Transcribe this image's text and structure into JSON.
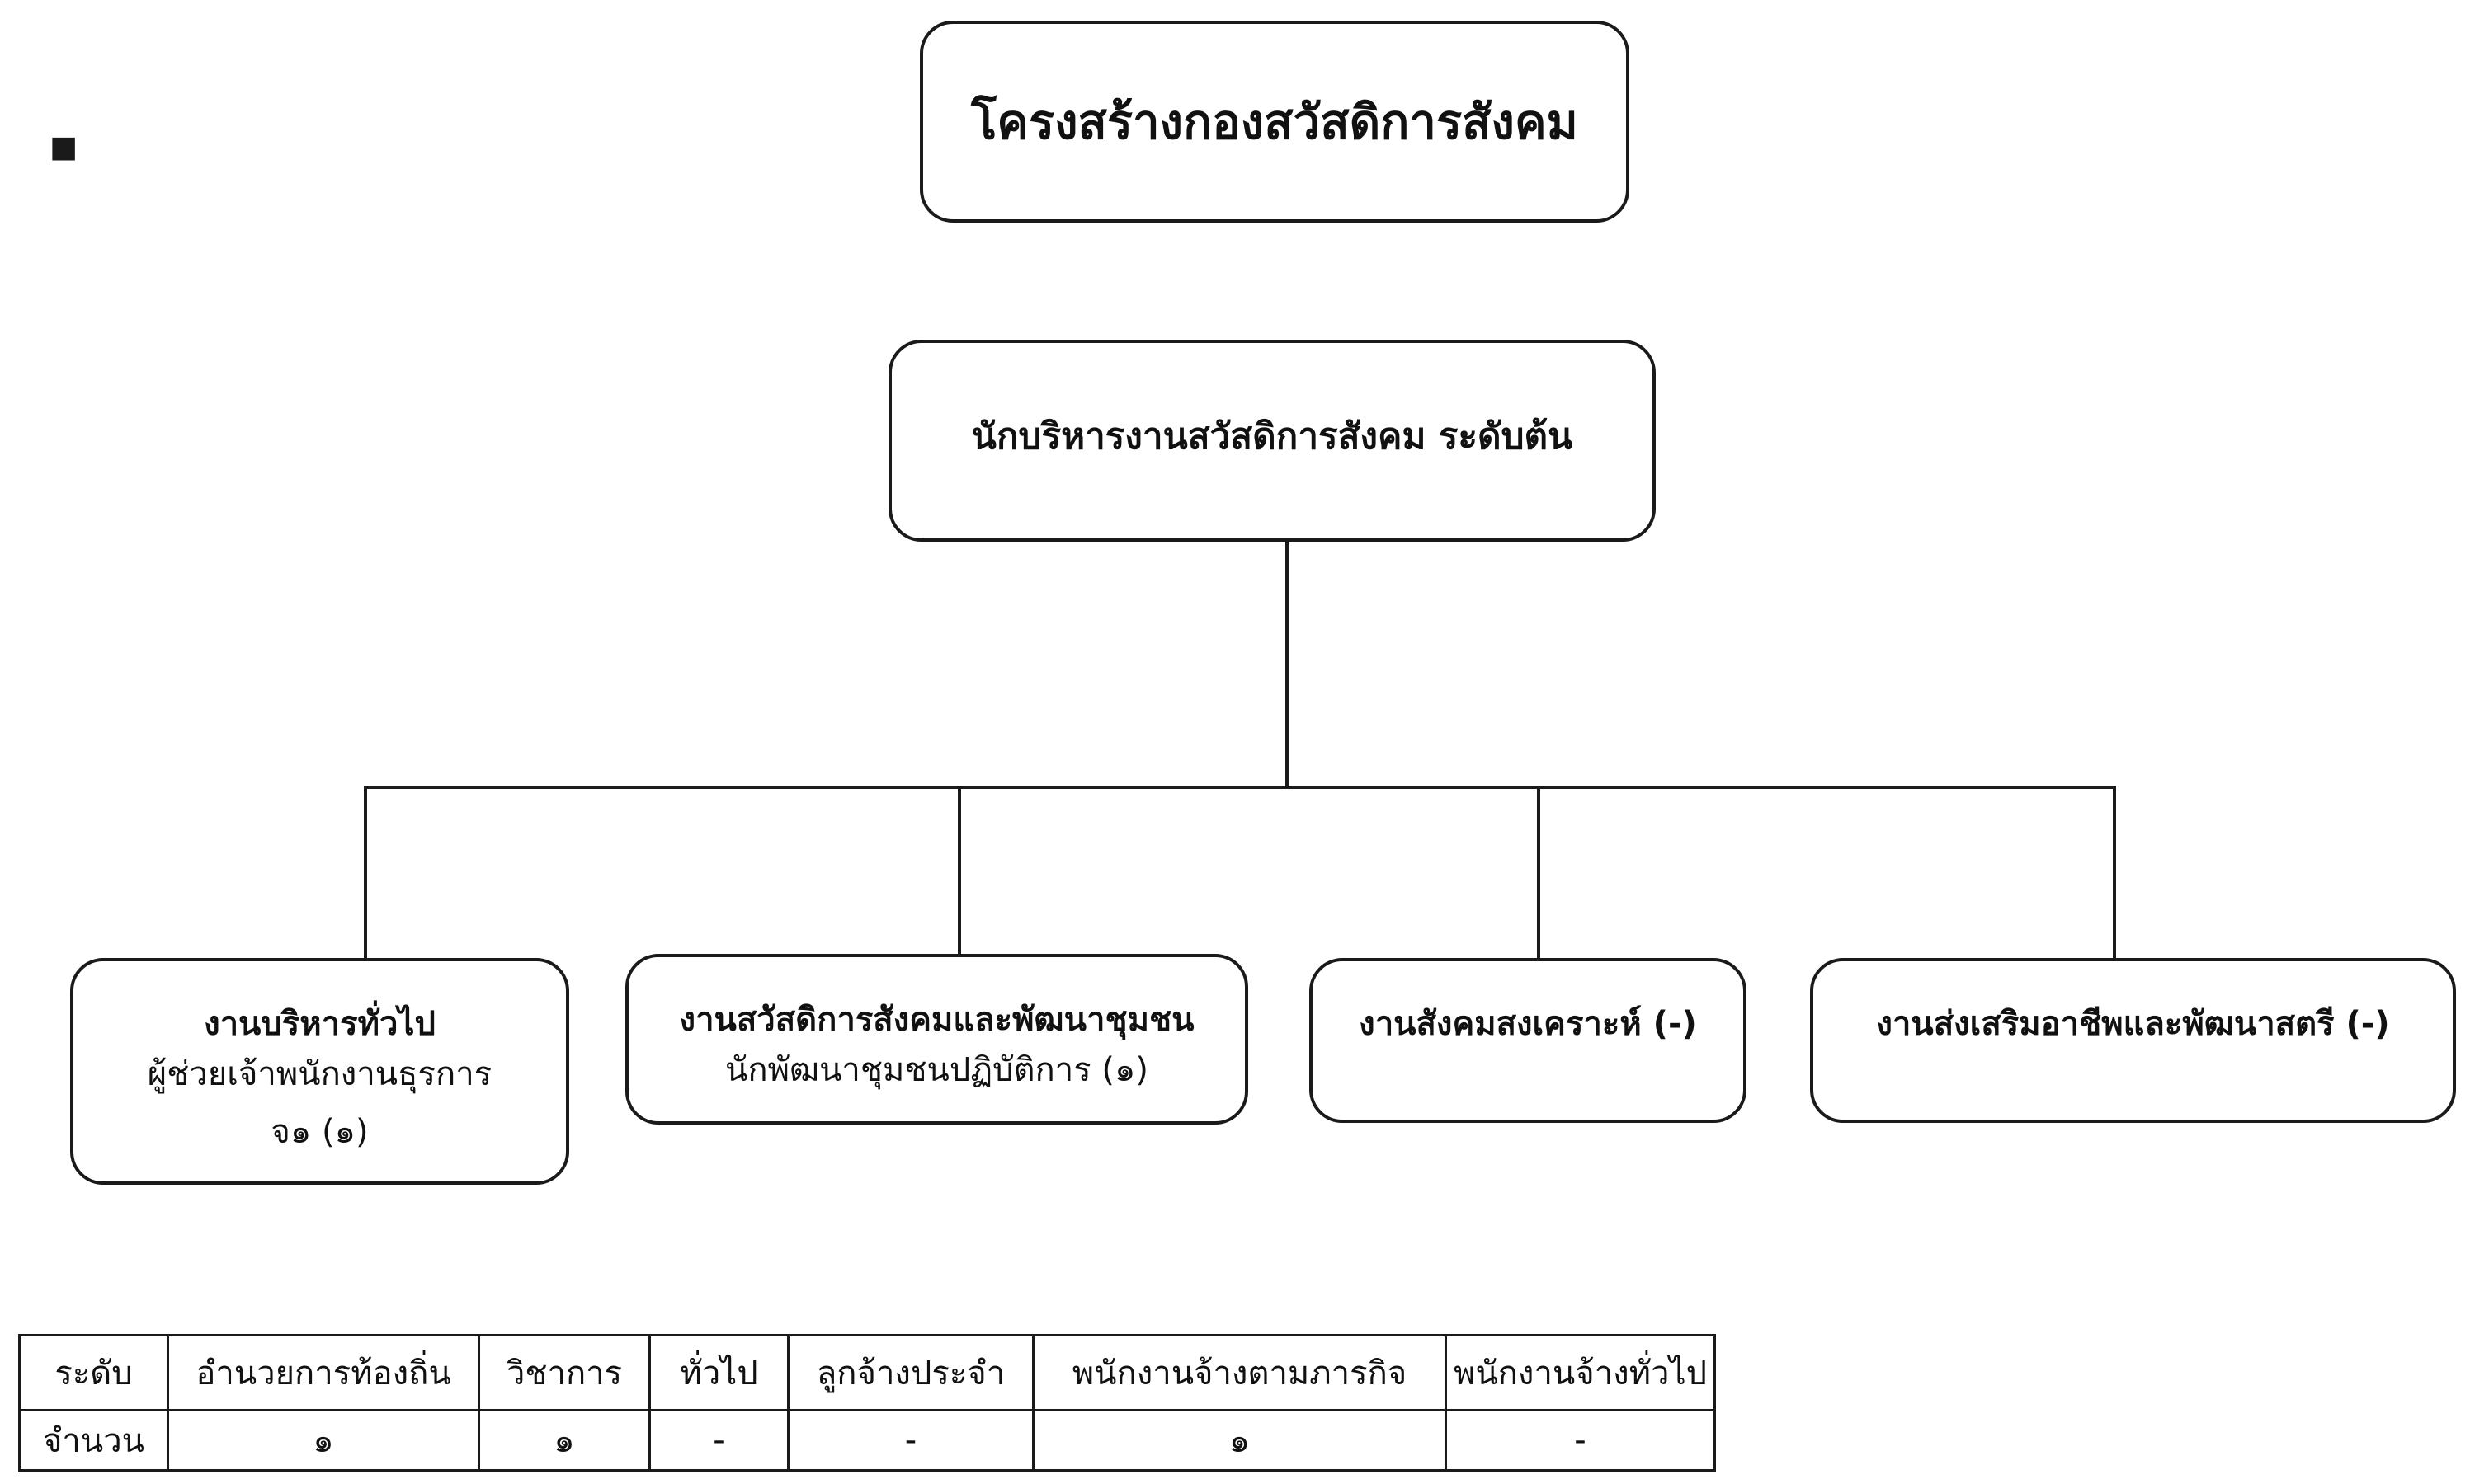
{
  "chart": {
    "title": "โครงสร้างกองสวัสดิการสังคม",
    "head": "นักบริหารงานสวัสดิการสังคม ระดับต้น",
    "units": [
      {
        "name": "งานบริหารทั่วไป",
        "staff": "ผู้ช่วยเจ้าพนักงานธุรการ",
        "staff_extra": "จ๑ (๑)"
      },
      {
        "name": "งานสวัสดิการสังคมและพัฒนาชุมชน",
        "staff": "นักพัฒนาชุมชนปฏิบัติการ (๑)"
      },
      {
        "name": "งานสังคมสงเคราะห์ (-)"
      },
      {
        "name": "งานส่งเสริมอาชีพและพัฒนาสตรี (-)"
      }
    ]
  },
  "table": {
    "headers": [
      "ระดับ",
      "อำนวยการท้องถิ่น",
      "วิชาการ",
      "ทั่วไป",
      "ลูกจ้างประจำ",
      "พนักงานจ้างตามภารกิจ",
      "พนักงานจ้างทั่วไป"
    ],
    "row_label": "จำนวน",
    "values": [
      "๑",
      "๑",
      "-",
      "-",
      "๑",
      "-"
    ]
  }
}
